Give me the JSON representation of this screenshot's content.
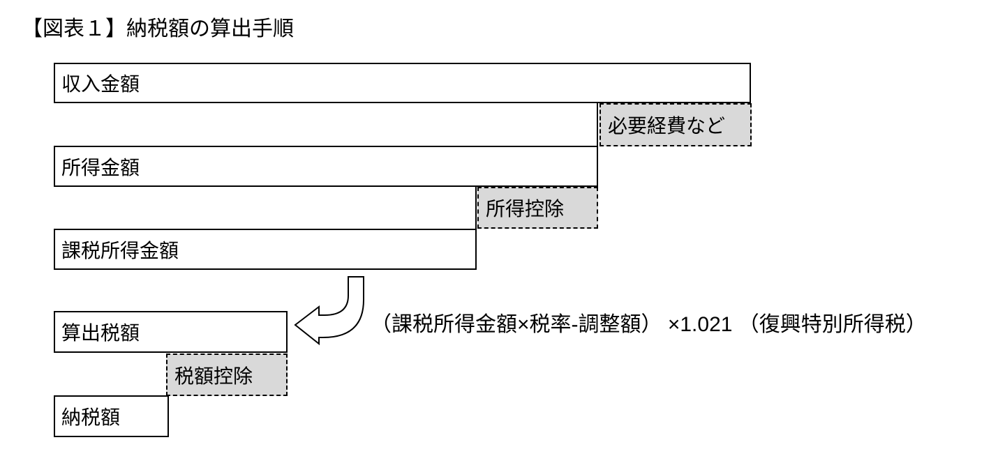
{
  "title": "【図表１】納税額の算出手順",
  "diagram": {
    "boxes": {
      "income": "収入金額",
      "necessary_expenses": "必要経費など",
      "income_amount": "所得金額",
      "income_deduction": "所得控除",
      "taxable_income": "課税所得金額",
      "calculated_tax": "算出税額",
      "tax_credit": "税額控除",
      "tax_payment": "納税額"
    },
    "formula": "（課税所得金額×税率-調整額） ×1.021 （復興特別所得税）",
    "colors": {
      "deduction_fill": "#d9d9d9",
      "box_fill": "#ffffff",
      "border": "#000000",
      "text": "#000000"
    },
    "icons": {
      "curved_arrow": "bent-left-arrow"
    }
  }
}
